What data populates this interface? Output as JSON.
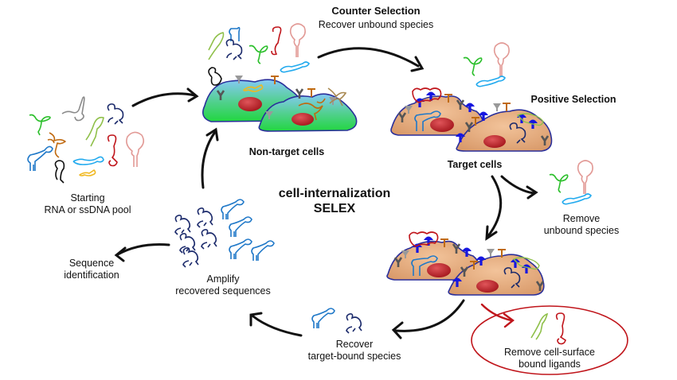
{
  "title": {
    "line1": "cell-internalization",
    "line2": "SELEX"
  },
  "steps": {
    "counter_selection": {
      "heading": "Counter Selection",
      "subtitle": "Recover unbound species"
    },
    "non_target_cells": {
      "label": "Non-target cells"
    },
    "positive_selection": {
      "heading": "Positive Selection"
    },
    "target_cells": {
      "label": "Target cells"
    },
    "remove_unbound": {
      "line1": "Remove",
      "line2": "unbound species"
    },
    "remove_surface": {
      "line1": "Remove cell-surface",
      "line2": "bound ligands"
    },
    "recover_bound": {
      "line1": "Recover",
      "line2": "target-bound species"
    },
    "amplify": {
      "line1": "Amplify",
      "line2": "recovered sequences"
    },
    "sequence_id": {
      "line1": "Sequence",
      "line2": "identification"
    },
    "starting_pool": {
      "line1": "Starting",
      "line2": "RNA or ssDNA pool"
    }
  },
  "colors": {
    "arrow": "#111111",
    "highlight_red": "#c0151b",
    "nontarget_cell_top": "#7ec8f0",
    "nontarget_cell_bottom": "#2fd35a",
    "target_cell": "#e8b07c",
    "cell_outline": "#2a2f9a",
    "nucleus": "#c0272d",
    "receptor_blue": "#1111dd",
    "receptor_gray": "#666666",
    "receptor_orange": "#c06a10"
  }
}
